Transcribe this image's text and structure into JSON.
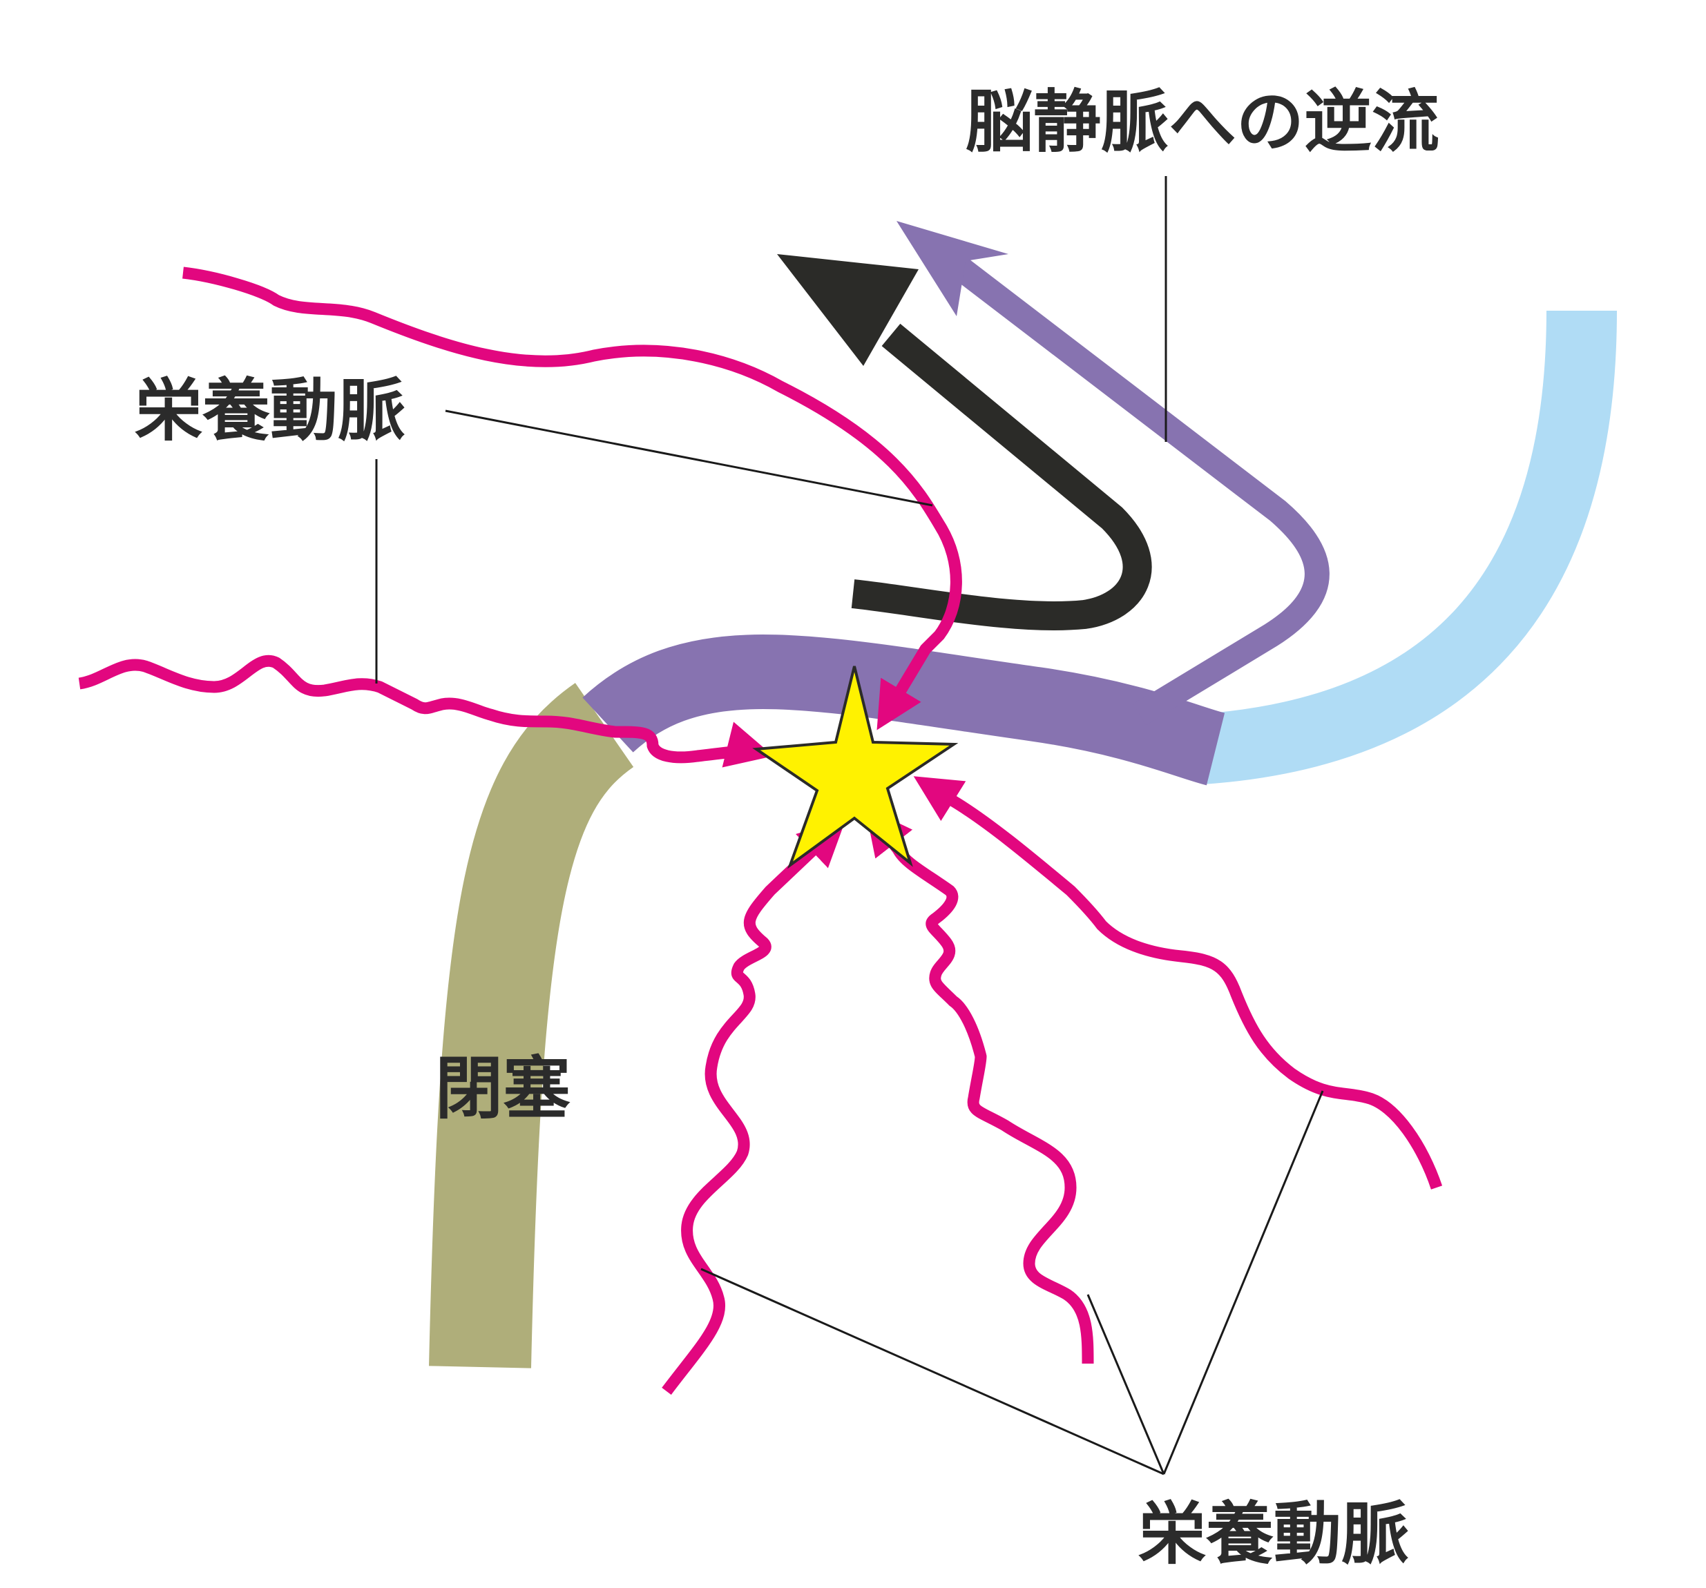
{
  "labels": {
    "retrograde_flow": "脳静脈への逆流",
    "feeder_upper": "栄養動脈",
    "occlusion": "閉塞",
    "feeder_lower": "栄養動脈"
  },
  "colors": {
    "feeder_artery": "#e2077f",
    "shunt_vein": "#8773b0",
    "drainage_sinus": "#b0dcf5",
    "occluded_segment": "#afae7a",
    "flow_arrow": "#2b2b28",
    "shunt_point": "#fff200",
    "label_text": "#2b2b2b"
  },
  "icons": {
    "shunt_point": "star-icon"
  }
}
